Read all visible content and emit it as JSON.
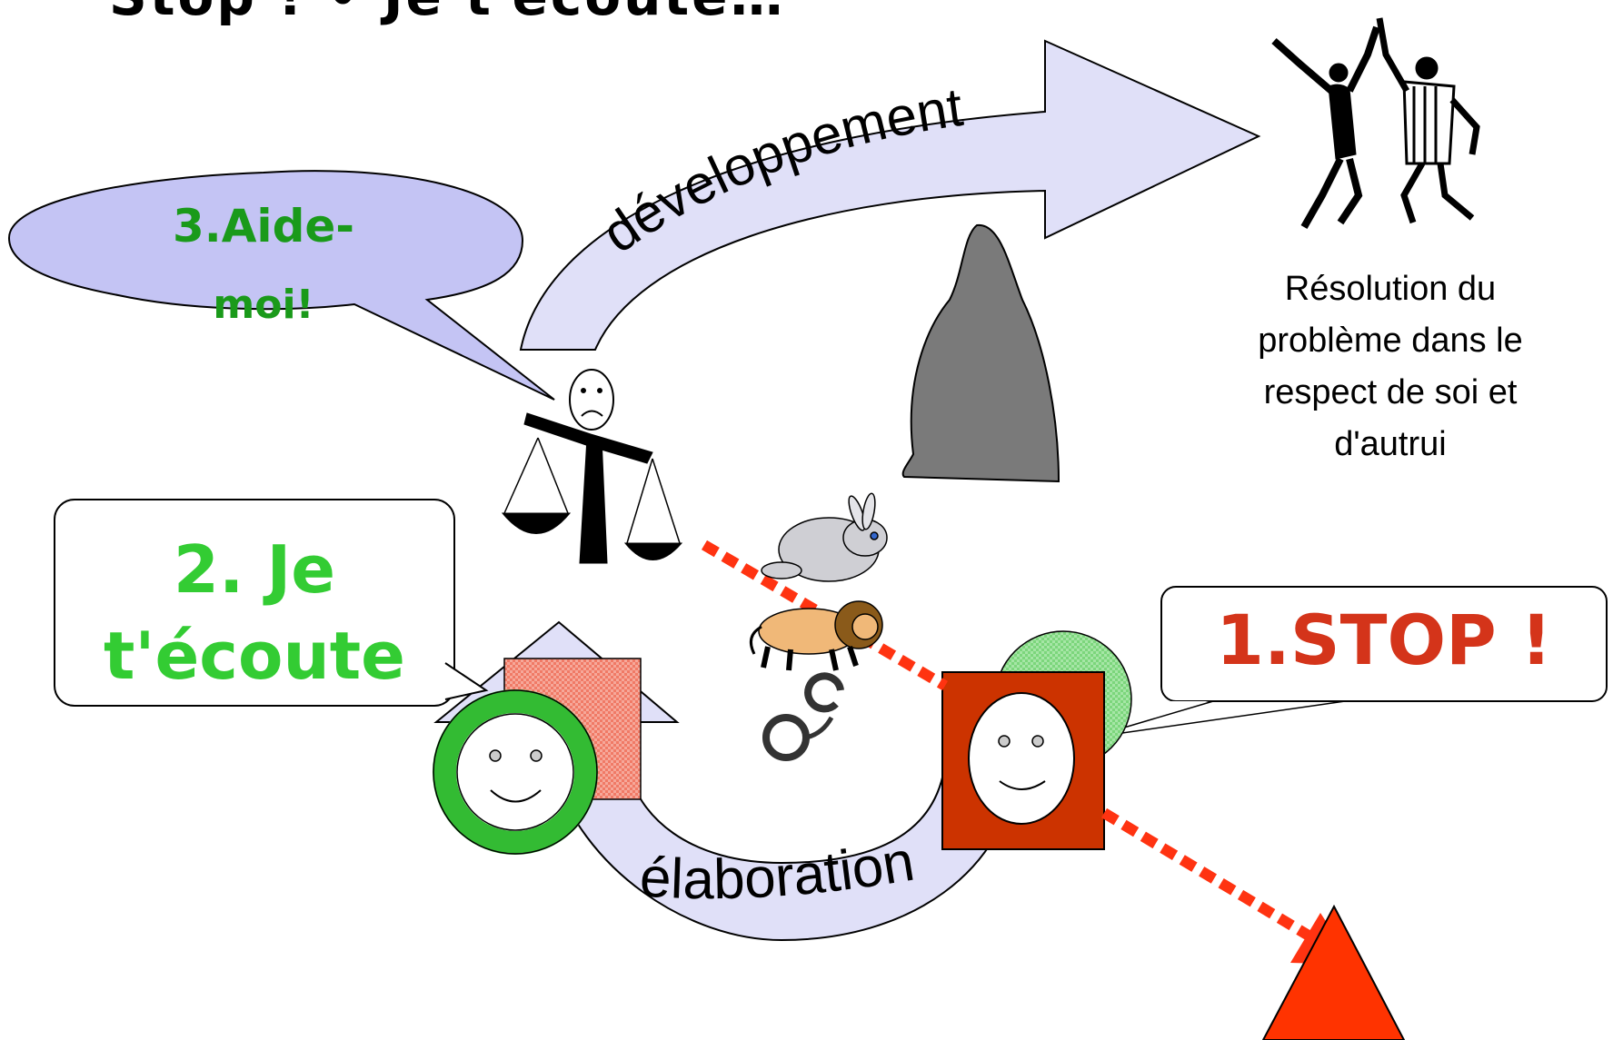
{
  "title": "Stop ! • Je t'écoute…",
  "arrows": {
    "top_label": "développement",
    "bottom_label": "élaboration"
  },
  "steps": {
    "step1": "1.STOP !",
    "step2_line1": "2. Je",
    "step2_line2": "t'écoute",
    "step3_line1": "3.Aide-",
    "step3_line2": "moi!"
  },
  "resolution": [
    "Résolution du",
    "problème dans le",
    "respect de soi et",
    "d'autrui"
  ],
  "colors": {
    "arrow_fill": "#e0e0f8",
    "bubble_fill": "#c4c4f4",
    "green_text": "#33cc33",
    "red_text": "#d4341a",
    "red_square": "#cc3300",
    "dotted_red": "#ff3311",
    "rock": "#7a7a7a",
    "warning_triangle": "#ff3300"
  },
  "icons": [
    "scales-person-icon",
    "rabbit-icon",
    "lion-icon",
    "handcuffs-icon",
    "dancing-people-icon",
    "rock-icon",
    "warning-triangle-icon"
  ]
}
